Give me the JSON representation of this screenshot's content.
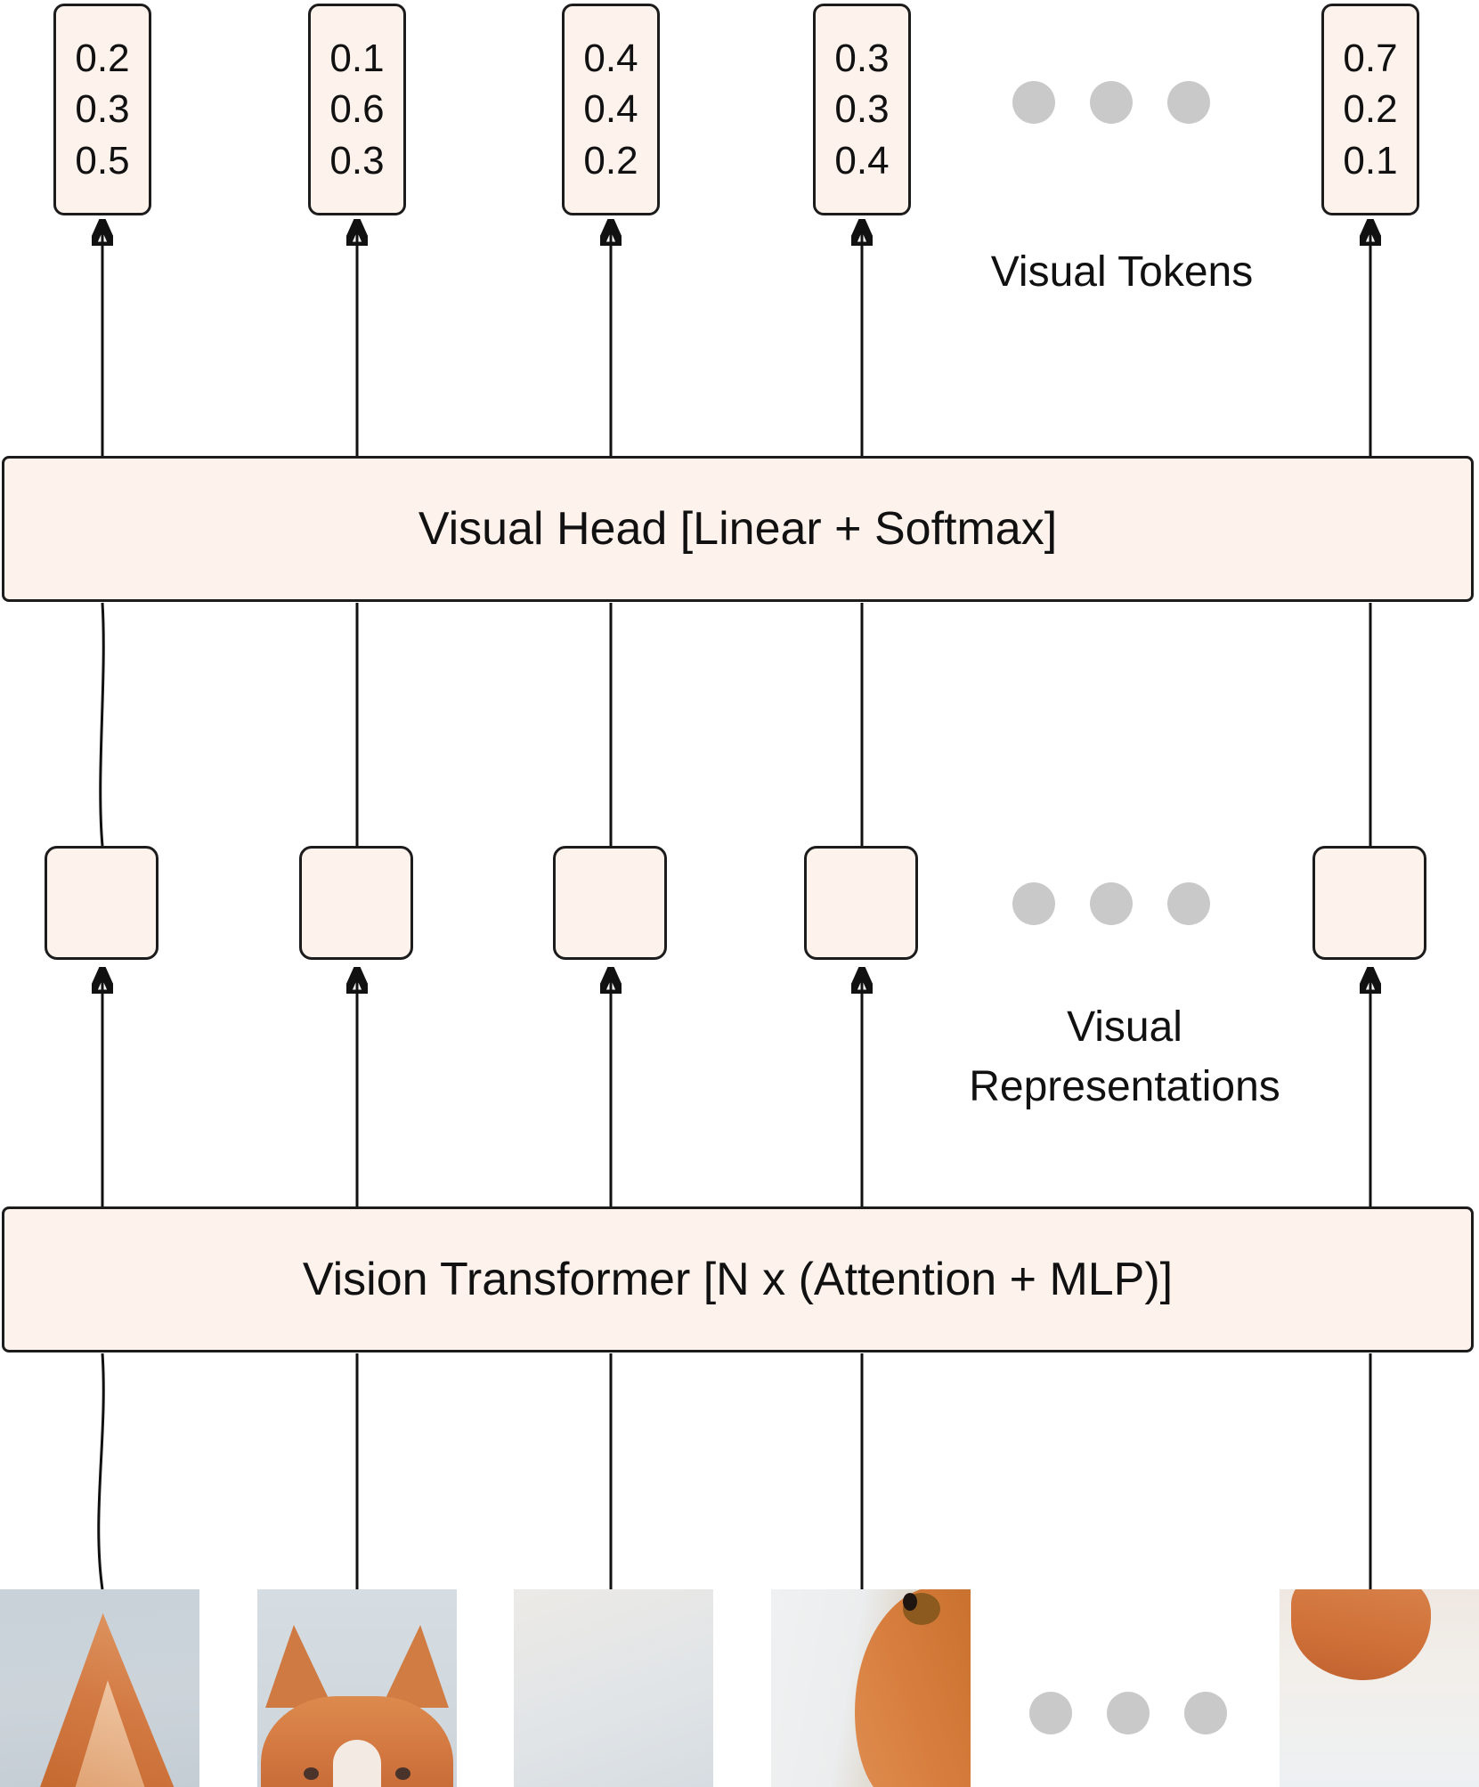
{
  "diagram": {
    "labels": {
      "visual_tokens": "Visual Tokens",
      "visual_representations": "Visual Representations",
      "visual_head": "Visual Head [Linear + Softmax]",
      "vision_transformer": "Vision Transformer [N x (Attention + MLP)]"
    },
    "tokens": [
      {
        "values": [
          "0.2",
          "0.3",
          "0.5"
        ]
      },
      {
        "values": [
          "0.1",
          "0.6",
          "0.3"
        ]
      },
      {
        "values": [
          "0.4",
          "0.4",
          "0.2"
        ]
      },
      {
        "values": [
          "0.3",
          "0.3",
          "0.4"
        ]
      },
      {
        "values": [
          "0.7",
          "0.2",
          "0.1"
        ]
      }
    ],
    "colors": {
      "box_fill": "#fdf2ec",
      "box_border": "#1c1c1c",
      "arrow": "#111111",
      "ellipsis_dot": "#c9c9c9"
    }
  }
}
